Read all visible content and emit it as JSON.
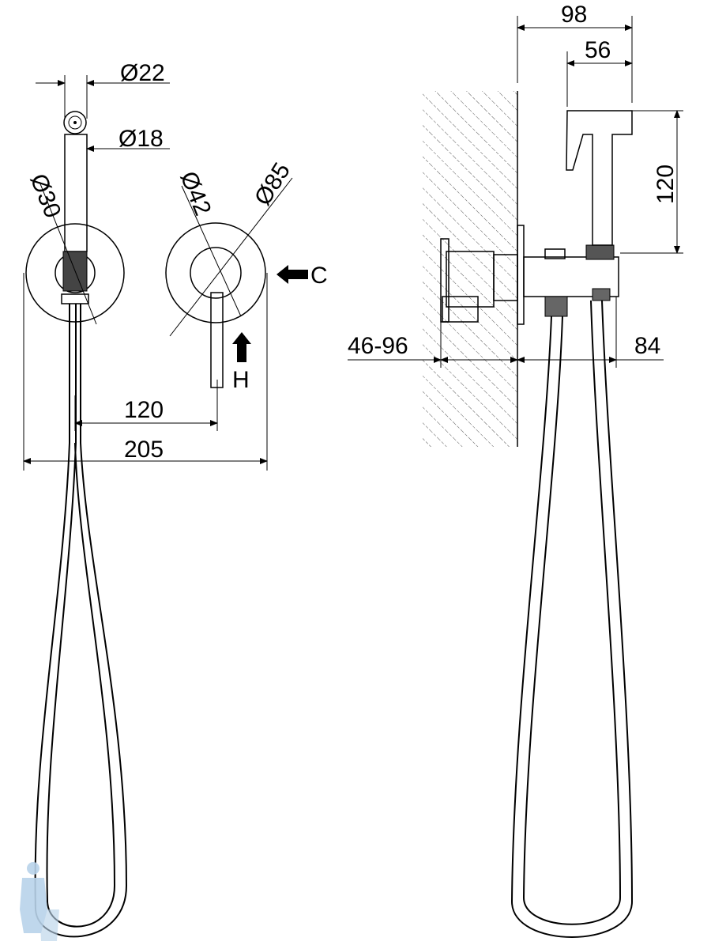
{
  "front_view": {
    "dims": {
      "head_diameter": "Ø22",
      "tube_diameter": "Ø18",
      "holder_diameter": "Ø30",
      "mixer_inner_diameter": "Ø42",
      "mixer_rosette_diameter": "Ø85",
      "center_distance": "120",
      "overall_width": "205"
    },
    "labels": {
      "cold": "C",
      "hot": "H"
    }
  },
  "side_view": {
    "dims": {
      "projection_total": "98",
      "projection_head": "56",
      "head_height": "120",
      "wall_depth": "46-96",
      "projection_body": "84"
    }
  },
  "colors": {
    "line": "#000000",
    "hatch": "#555555",
    "logo": "#b9d3ea"
  }
}
